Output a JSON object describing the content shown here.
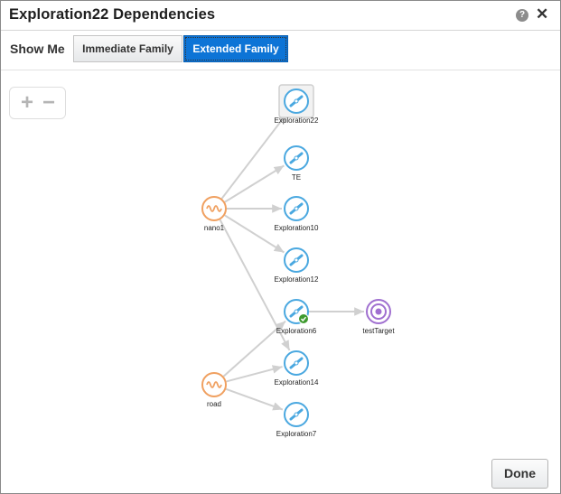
{
  "dialog": {
    "title": "Exploration22 Dependencies",
    "help_icon": "?",
    "close_icon": "✕"
  },
  "toolbar": {
    "show_me_label": "Show Me",
    "immediate_family_label": "Immediate Family",
    "extended_family_label": "Extended Family",
    "selected": "Extended Family"
  },
  "zoom": {
    "in_label": "+",
    "out_label": "−"
  },
  "graph": {
    "nodes": [
      {
        "id": "exp22",
        "label": "Exploration22",
        "kind": "exploration",
        "selected": true
      },
      {
        "id": "te",
        "label": "TE",
        "kind": "exploration"
      },
      {
        "id": "exp10",
        "label": "Exploration10",
        "kind": "exploration"
      },
      {
        "id": "exp12",
        "label": "Exploration12",
        "kind": "exploration"
      },
      {
        "id": "exp6",
        "label": "Exploration6",
        "kind": "exploration",
        "badge": "check"
      },
      {
        "id": "exp14",
        "label": "Exploration14",
        "kind": "exploration"
      },
      {
        "id": "exp7",
        "label": "Exploration7",
        "kind": "exploration"
      },
      {
        "id": "nano1",
        "label": "nano1",
        "kind": "source"
      },
      {
        "id": "road",
        "label": "road",
        "kind": "source"
      },
      {
        "id": "testTarget",
        "label": "testTarget",
        "kind": "target"
      }
    ],
    "edges": [
      [
        "nano1",
        "exp22"
      ],
      [
        "nano1",
        "te"
      ],
      [
        "nano1",
        "exp10"
      ],
      [
        "nano1",
        "exp12"
      ],
      [
        "nano1",
        "exp14"
      ],
      [
        "road",
        "exp6"
      ],
      [
        "road",
        "exp14"
      ],
      [
        "road",
        "exp7"
      ],
      [
        "exp6",
        "testTarget"
      ]
    ],
    "colors": {
      "exploration": "#4aa8e0",
      "source": "#f0a060",
      "target": "#a070d0",
      "edge": "#d0d0d0",
      "badge": "#3e9a2e"
    }
  },
  "footer": {
    "done_label": "Done"
  }
}
